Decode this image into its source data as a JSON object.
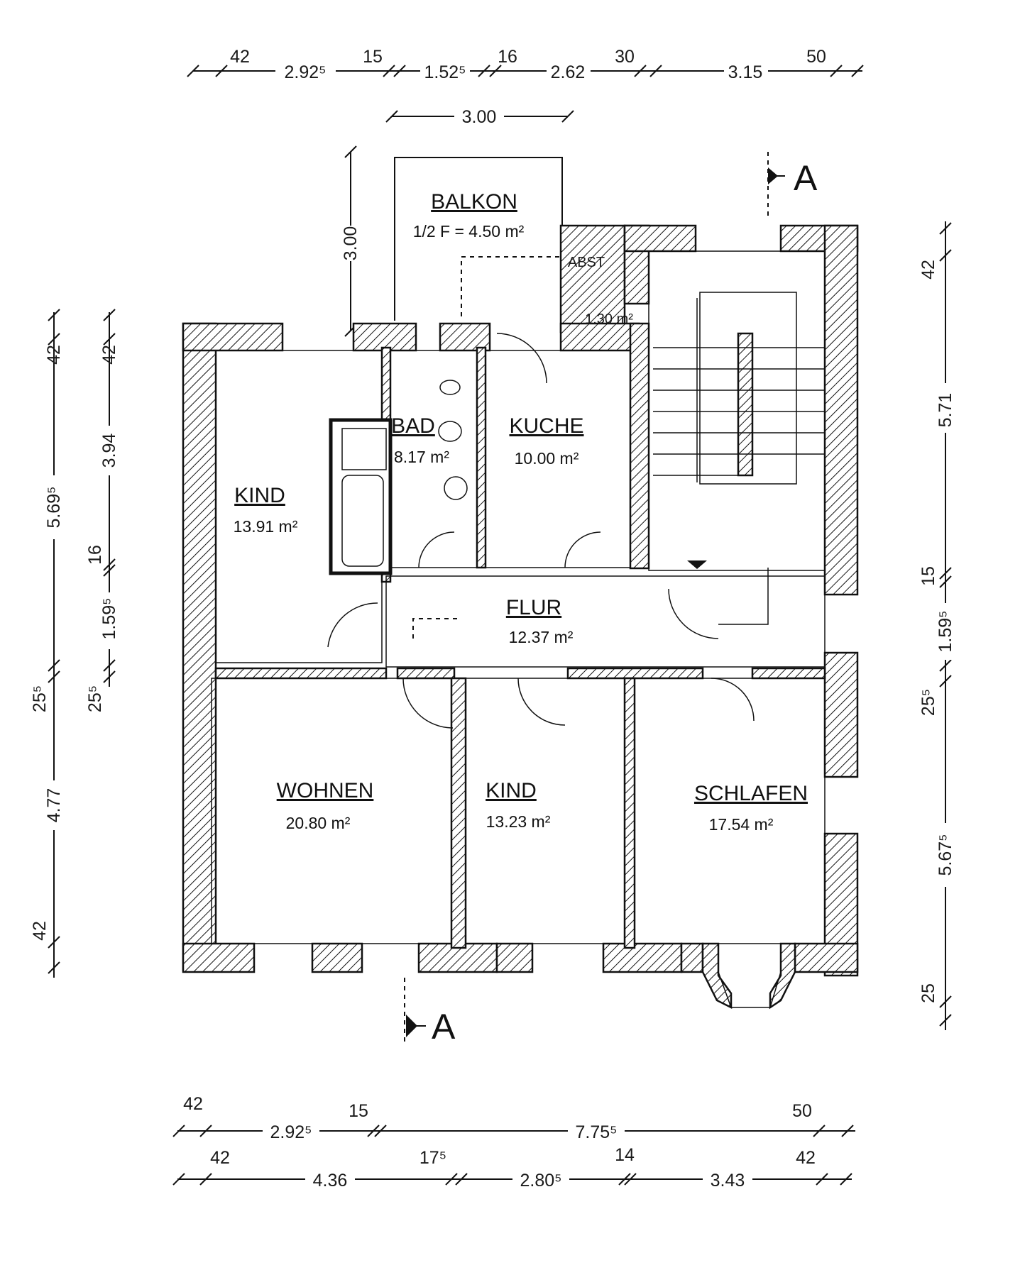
{
  "rooms": {
    "balkon": {
      "name": "BALKON",
      "area": "1/2 F = 4.50 m²"
    },
    "abst": {
      "name": "ABST",
      "area": "1.30 m²"
    },
    "bad": {
      "name": "BAD",
      "area": "8.17 m²"
    },
    "kuche": {
      "name": "KUCHE",
      "area": "10.00 m²"
    },
    "kind1": {
      "name": "KIND",
      "area": "13.91 m²"
    },
    "flur": {
      "name": "FLUR",
      "area": "12.37 m²"
    },
    "wohnen": {
      "name": "WOHNEN",
      "area": "20.80 m²"
    },
    "kind2": {
      "name": "KIND",
      "area": "13.23 m²"
    },
    "schlafen": {
      "name": "SCHLAFEN",
      "area": "17.54 m²"
    }
  },
  "section_marks": {
    "top": "A",
    "bottom": "A"
  },
  "dims": {
    "top1": [
      "42",
      "2.92⁵",
      "15",
      "1.52⁵",
      "16",
      "2.62",
      "30",
      "3.15",
      "50"
    ],
    "top2": [
      "3.00"
    ],
    "balkon_depth": "3.00",
    "left_outer": [
      "42",
      "5.69⁵",
      "25⁵",
      "4.77",
      "42"
    ],
    "left_inner": [
      "42",
      "3.94",
      "16",
      "1.59⁵",
      "25⁵"
    ],
    "right": [
      "42",
      "5.71",
      "15",
      "1.59⁵",
      "25⁵",
      "5.67⁵",
      "25"
    ],
    "bottom1": [
      "42",
      "2.92⁵",
      "15",
      "7.75⁵",
      "50"
    ],
    "bottom2": [
      "42",
      "4.36",
      "17⁵",
      "2.80⁵",
      "14",
      "3.43",
      "42"
    ]
  }
}
